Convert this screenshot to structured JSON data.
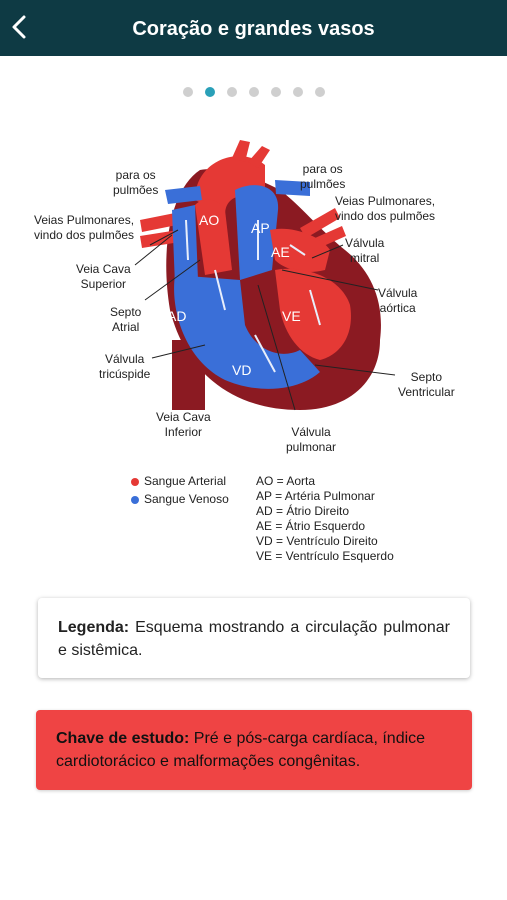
{
  "header": {
    "title": "Coração e grandes vasos",
    "back_icon": "chevron-left-icon"
  },
  "carousel": {
    "count": 7,
    "active_index": 1
  },
  "diagram": {
    "labels": {
      "para_os_pulmoes_left": "para os\npulmões",
      "para_os_pulmoes_right": "para os\npulmões",
      "veias_pulmonares_left": "Veias Pulmonares,\nvindo dos pulmões",
      "veias_pulmonares_right": "Veias Pulmonares,\nvindo dos pulmões",
      "veia_cava_superior": "Veia Cava\nSuperior",
      "septo_atrial": "Septo\nAtrial",
      "valvula_tricuspide": "Válvula\ntricúspide",
      "veia_cava_inferior": "Veia Cava\nInferior",
      "valvula_pulmonar": "Válvula\npulmonar",
      "septo_ventricular": "Septo\nVentricular",
      "valvula_aortica": "Válvula\naórtica",
      "valvula_mitral": "Válvula\nmitral"
    },
    "chambers": {
      "ao": "AO",
      "ap": "AP",
      "ad": "AD",
      "ae": "AE",
      "vd": "VD",
      "ve": "VE"
    },
    "legend": {
      "arterial": "Sangue Arterial",
      "arterial_color": "#e53935",
      "venoso": "Sangue Venoso",
      "venoso_color": "#3a6fd8"
    },
    "abbreviations": [
      "AO = Aorta",
      "AP = Artéria Pulmonar",
      "AD = Átrio Direito",
      "AE = Átrio Esquerdo",
      "VD = Ventrículo Direito",
      "VE = Ventrículo Esquerdo"
    ]
  },
  "caption": {
    "label": "Legenda:",
    "text": " Esquema mostrando a circulação pulmonar e sistêmica."
  },
  "study_key": {
    "label": "Chave de estudo:",
    "text": " Pré e pós-carga cardíaca, índice cardiotorácico e malformações congênitas."
  },
  "colors": {
    "header_bg": "#0e3a44",
    "study_bg": "#ef4444",
    "dot_active": "#2aa0b8"
  }
}
